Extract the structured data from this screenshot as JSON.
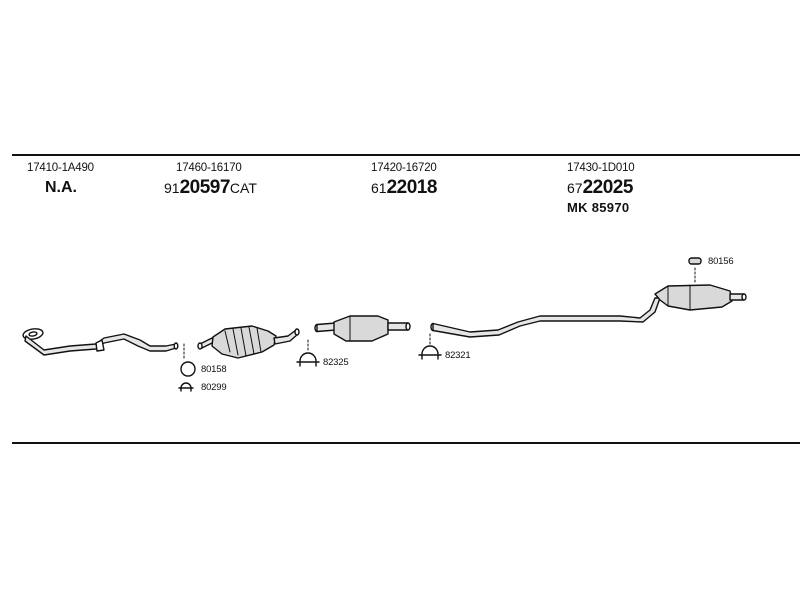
{
  "sections": [
    {
      "oe": "17410-1A490",
      "ref_prefix": "",
      "ref_main": "",
      "ref_suffix": "",
      "na": "N.A."
    },
    {
      "oe": "17460-16170",
      "ref_prefix": "91",
      "ref_main": "20597",
      "ref_suffix": "CAT"
    },
    {
      "oe": "17420-16720",
      "ref_prefix": "61",
      "ref_main": "22018",
      "ref_suffix": ""
    },
    {
      "oe": "17430-1D010",
      "ref_prefix": "67",
      "ref_main": "22025",
      "ref_suffix": "",
      "mk": "MK 85970"
    }
  ],
  "accessories": {
    "rubber_ring_top": "80158",
    "clamp_small": "80299",
    "clamp_front": "82325",
    "clamp_rear": "82321",
    "hanger_rear": "80156"
  },
  "colors": {
    "ink": "#111111",
    "part_fill": "#d9d9d9",
    "background": "#ffffff"
  },
  "icons": [
    "front-pipe-icon",
    "catalytic-converter-icon",
    "middle-silencer-icon",
    "rear-silencer-icon",
    "clamp-icon",
    "ring-icon",
    "hanger-icon"
  ]
}
